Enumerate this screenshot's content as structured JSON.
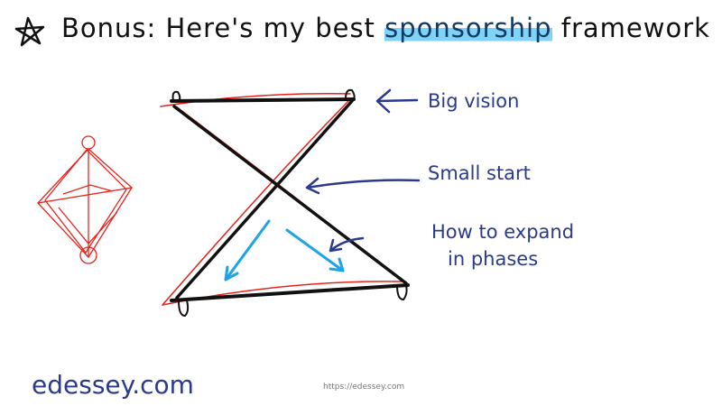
{
  "title": {
    "prefix": "Bonus: Here's my best",
    "highlight": "sponsorship",
    "suffix": "framework"
  },
  "labels": {
    "big_vision": "Big vision",
    "small_start": "Small start",
    "expand_line1": "How to expand",
    "expand_line2": "in phases"
  },
  "footer": {
    "brand": "edessey.com",
    "url": "https://edessey.com"
  },
  "colors": {
    "ink": "#111111",
    "navy": "#2b3a8c",
    "red": "#e8231d",
    "blue": "#1fa3e8",
    "highlight": "#7fd3f7"
  }
}
